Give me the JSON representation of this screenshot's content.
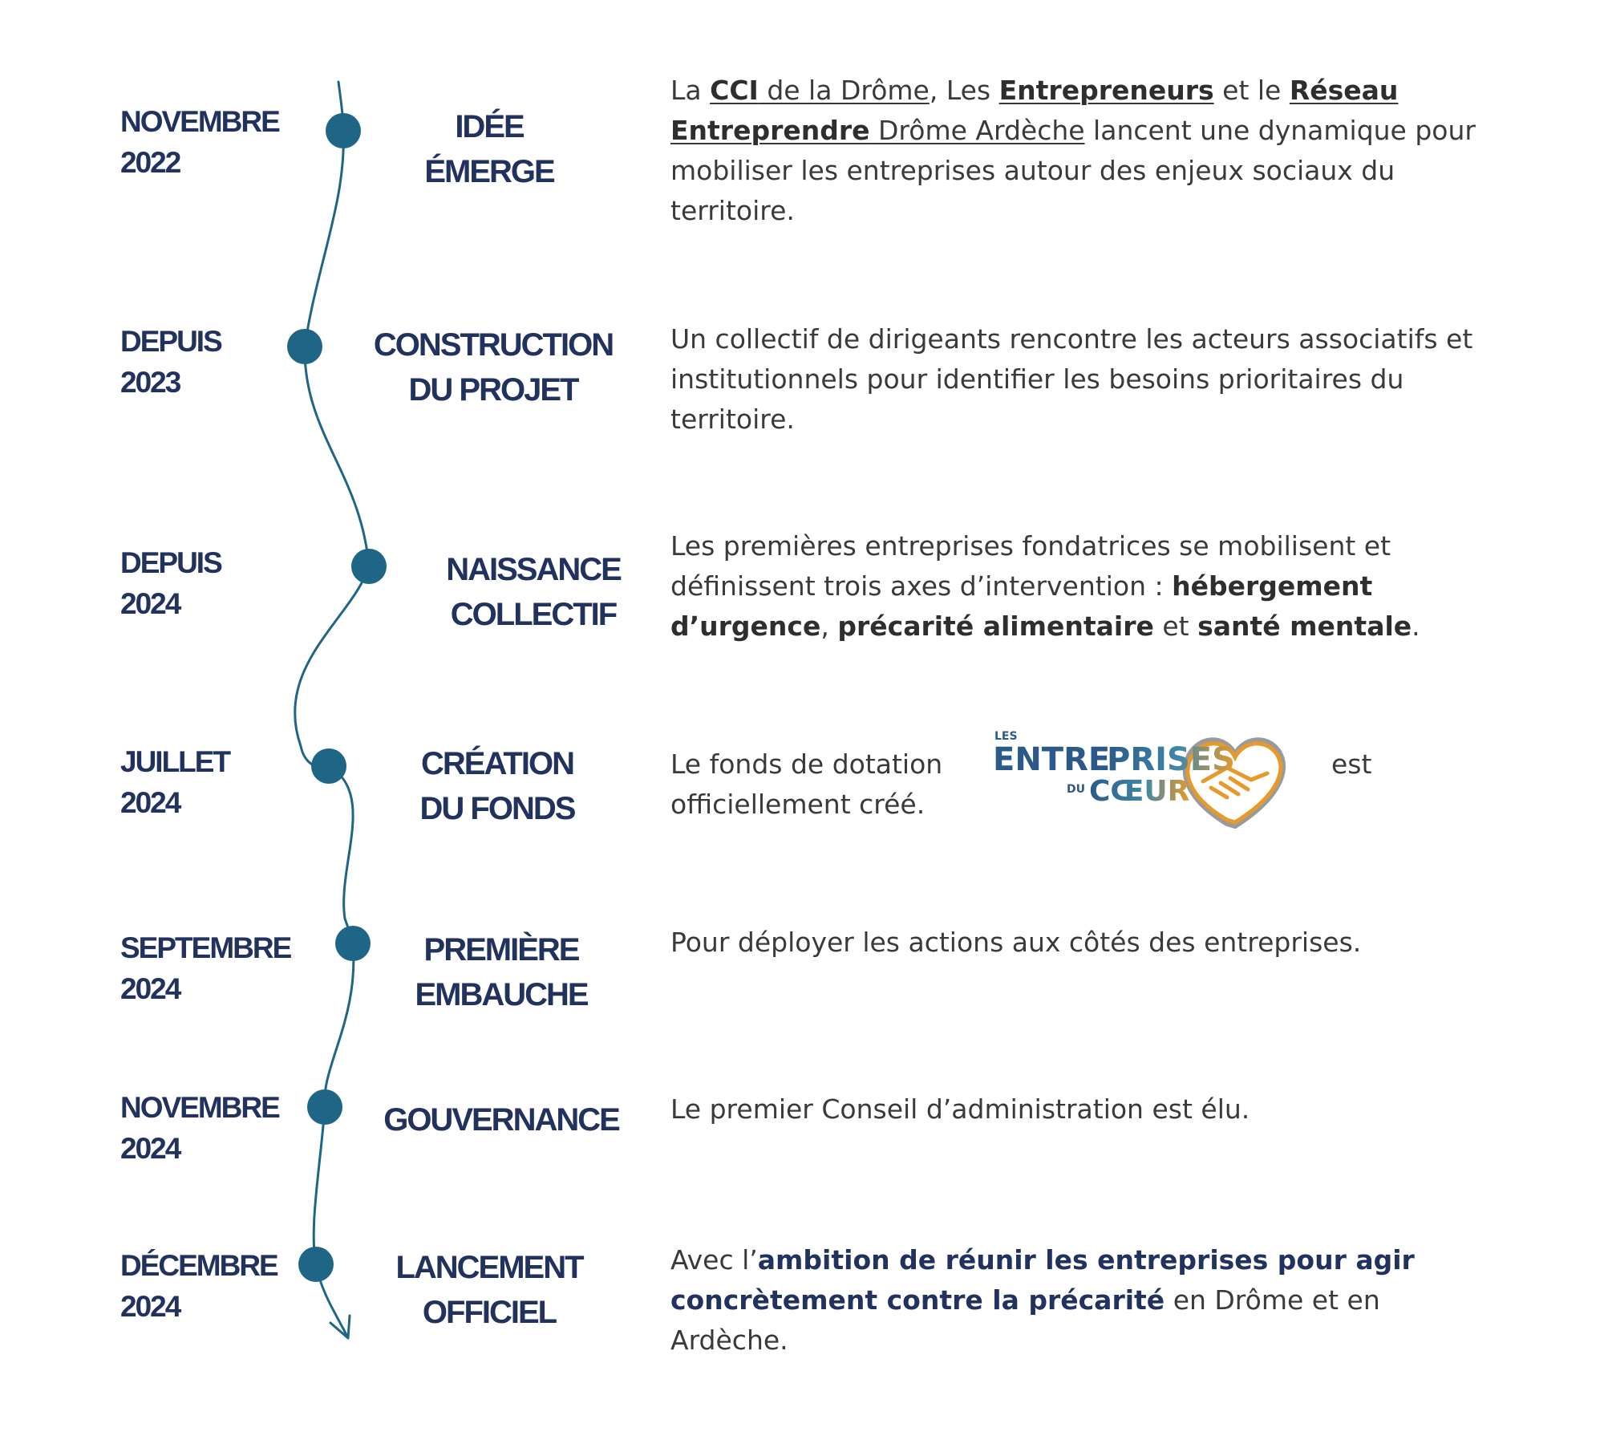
{
  "colors": {
    "navy": "#21325e",
    "teal": "#1f6585",
    "text": "#3a3a3a",
    "logo_blue": "#2b5a8a",
    "logo_orange": "#e69a2b"
  },
  "events": [
    {
      "date_line1": "NOVEMBRE",
      "date_line2": "2022",
      "step_line1": "IDÉE",
      "step_line2": "ÉMERGE",
      "desc": [
        {
          "t": "La "
        },
        {
          "t": "CCI",
          "s": "bu"
        },
        {
          "t": " de la Drôme",
          "s": "u"
        },
        {
          "t": ", Les "
        },
        {
          "t": "Entrepreneurs",
          "s": "bu"
        },
        {
          "t": " et le "
        },
        {
          "t": "Réseau Entreprendre",
          "s": "bu"
        },
        {
          "t": " Drôme Ardèche",
          "s": "u"
        },
        {
          "t": " lancent une dynamique pour mobiliser les entreprises autour des enjeux sociaux du territoire."
        }
      ]
    },
    {
      "date_line1": "DEPUIS",
      "date_line2": "2023",
      "step_line1": "CONSTRUCTION",
      "step_line2": "DU PROJET",
      "desc": [
        {
          "t": "Un collectif de dirigeants rencontre les acteurs associatifs et institutionnels pour identifier les besoins prioritaires du territoire."
        }
      ]
    },
    {
      "date_line1": "DEPUIS",
      "date_line2": "2024",
      "step_line1": "NAISSANCE",
      "step_line2": "COLLECTIF",
      "desc": [
        {
          "t": "Les premières entreprises fondatrices se mobilisent et définissent trois axes d’intervention : "
        },
        {
          "t": "hébergement d’urgence",
          "s": "b"
        },
        {
          "t": ", "
        },
        {
          "t": "précarité alimentaire",
          "s": "b"
        },
        {
          "t": " et "
        },
        {
          "t": "santé mentale",
          "s": "b"
        },
        {
          "t": "."
        }
      ]
    },
    {
      "date_line1": "JUILLET",
      "date_line2": "2024",
      "step_line1": "CRÉATION",
      "step_line2": "DU FONDS",
      "desc": [
        {
          "t": "Le fonds de dotation"
        },
        {
          "t": "officiellement créé.",
          "s": "br"
        }
      ],
      "desc_tail": "est"
    },
    {
      "date_line1": "SEPTEMBRE",
      "date_line2": "2024",
      "step_line1": "PREMIÈRE",
      "step_line2": "EMBAUCHE",
      "desc": [
        {
          "t": "Pour déployer les actions aux côtés des entreprises."
        }
      ]
    },
    {
      "date_line1": "NOVEMBRE",
      "date_line2": "2024",
      "step_line1": "GOUVERNANCE",
      "step_line2": "",
      "desc": [
        {
          "t": "Le premier Conseil d’administration est élu."
        }
      ]
    },
    {
      "date_line1": "DÉCEMBRE",
      "date_line2": "2024",
      "step_line1": "LANCEMENT",
      "step_line2": "OFFICIEL",
      "desc": [
        {
          "t": "Avec l’"
        },
        {
          "t": "ambition de réunir les entreprises pour agir concrètement contre la précarité",
          "s": "hl"
        },
        {
          "t": " en Drôme et en Ardèche."
        }
      ]
    }
  ],
  "logo": {
    "line_les": "LES",
    "line_entre": "ENTRE",
    "line_prises": "PRISES",
    "line_du": "DU",
    "line_coeur": "CŒUR",
    "icon": "handshake-heart-icon"
  }
}
